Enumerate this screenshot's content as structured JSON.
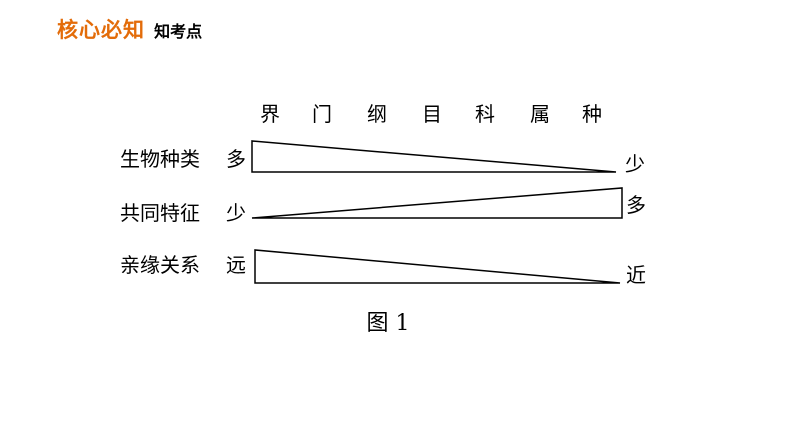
{
  "header": {
    "title": "核心必知",
    "subtitle": "知考点"
  },
  "ranks": [
    "界",
    "门",
    "纲",
    "目",
    "科",
    "属",
    "种"
  ],
  "rows": [
    {
      "label": "生物种类",
      "start": "多",
      "end": "少"
    },
    {
      "label": "共同特征",
      "start": "少",
      "end": "多"
    },
    {
      "label": "亲缘关系",
      "start": "远",
      "end": "近"
    }
  ],
  "caption": "图 1"
}
